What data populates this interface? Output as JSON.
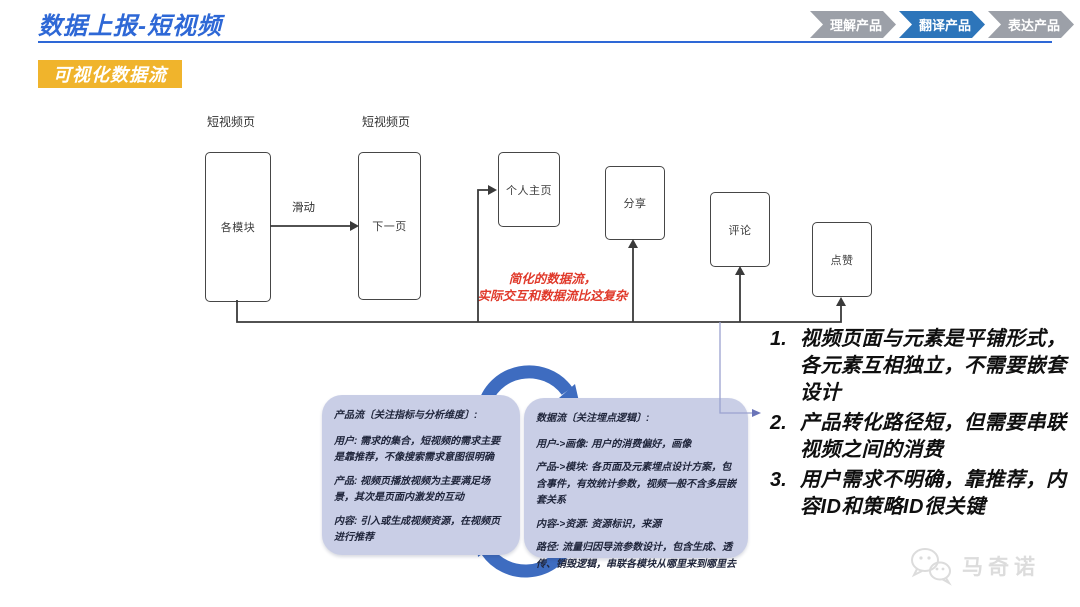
{
  "header": {
    "title": "数据上报-短视频",
    "steps": [
      {
        "label": "理解产品",
        "state": "inactive"
      },
      {
        "label": "翻译产品",
        "state": "active"
      },
      {
        "label": "表达产品",
        "state": "inactive"
      }
    ]
  },
  "section_badge": "可视化数据流",
  "colors": {
    "accent_blue": "#2e68d6",
    "badge_yellow": "#f0b42c",
    "step_active_blue": "#2d75ba",
    "step_inactive_gray": "#9ca0a8",
    "note_red": "#e0392a",
    "panel_lavender": "#c9cee6",
    "cycle_arrow_blue": "#3e6cc0"
  },
  "flow": {
    "page_labels": [
      "短视频页",
      "短视频页"
    ],
    "boxes": [
      "各模块",
      "下一页",
      "个人主页",
      "分享",
      "评论",
      "点赞"
    ],
    "swipe_label": "滑动",
    "note_line1": "简化的数据流，",
    "note_line2": "实际交互和数据流比这复杂"
  },
  "cycle": {
    "product_flow": {
      "title": "产品流〔关注指标与分析维度〕:",
      "items": [
        "用户: 需求的集合，短视频的需求主要是靠推荐，不像搜索需求意图很明确",
        "产品: 视频页播放视频为主要满足场景，其次是页面内激发的互动",
        "内容: 引入或生成视频资源，在视频页进行推荐"
      ]
    },
    "data_flow": {
      "title": "数据流〔关注埋点逻辑〕:",
      "items": [
        "用户->画像: 用户的消费偏好，画像",
        "产品->模块: 各页面及元素埋点设计方案，包含事件，有效统计参数，视频一般不含多层嵌套关系",
        "内容->资源: 资源标识，来源",
        "路径: 流量归因导流参数设计，包含生成、透传、销毁逻辑，串联各模块从哪里来到哪里去"
      ]
    }
  },
  "takeaways": [
    {
      "num": "1.",
      "text": "视频页面与元素是平铺形式，各元素互相独立，不需要嵌套设计"
    },
    {
      "num": "2.",
      "text": "产品转化路径短，但需要串联视频之间的消费"
    },
    {
      "num": "3.",
      "text": "用户需求不明确，靠推荐，内容ID和策略ID很关键"
    }
  ],
  "watermark": {
    "text": "马奇诺"
  }
}
